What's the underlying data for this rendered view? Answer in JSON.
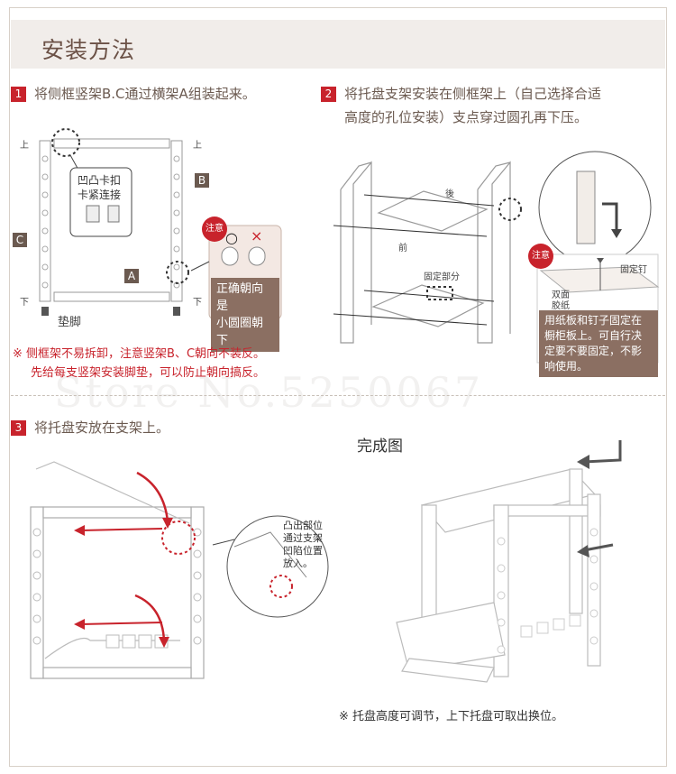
{
  "header": {
    "title": "安装方法"
  },
  "watermark": "Store No.5250067",
  "steps": [
    {
      "num": "1",
      "text": "将侧框竖架B.C通过横架A组装起来。"
    },
    {
      "num": "2",
      "line1": "将托盘支架安装在侧框架上（自己选择合适",
      "line2": "高度的孔位安装）支点穿过圆孔再下压。"
    },
    {
      "num": "3",
      "text": "将托盘安放在支架上。"
    }
  ],
  "step1": {
    "labels": {
      "top_left": "上",
      "top_right": "上",
      "bottom_left": "下",
      "bottom_right": "下",
      "foot": "垫脚",
      "a": "A",
      "b": "B",
      "c": "C"
    },
    "callout": {
      "line1": "凹凸卡扣",
      "line2": "卡紧连接"
    },
    "notice": {
      "badge": "注意",
      "o": "○",
      "x": "×",
      "line1": "正确朝向是",
      "line2": "小圆圈朝下"
    },
    "note_line1": "※ 侧框架不易拆卸，注意竖架B、C朝向不装反。",
    "note_line2": "先给每支竖架安装脚垫，可以防止朝向搞反。"
  },
  "step2": {
    "labels": {
      "back": "後",
      "front": "前",
      "fix_part": "固定部分",
      "nail": "固定钉",
      "tape1": "双面",
      "tape2": "胶纸"
    },
    "notice": {
      "badge": "注意",
      "line1": "用纸板和钉子固定在",
      "line2": "橱柜板上。可自行决",
      "line3": "定要不要固定，不影",
      "line4": "响使用。"
    }
  },
  "step3": {
    "callout": {
      "line1": "凸出部位",
      "line2": "通过支架",
      "line3": "凹陷位置",
      "line4": "放入。"
    },
    "done_label": "完成图",
    "note": "※  托盘高度可调节，上下托盘可取出换位。"
  }
}
